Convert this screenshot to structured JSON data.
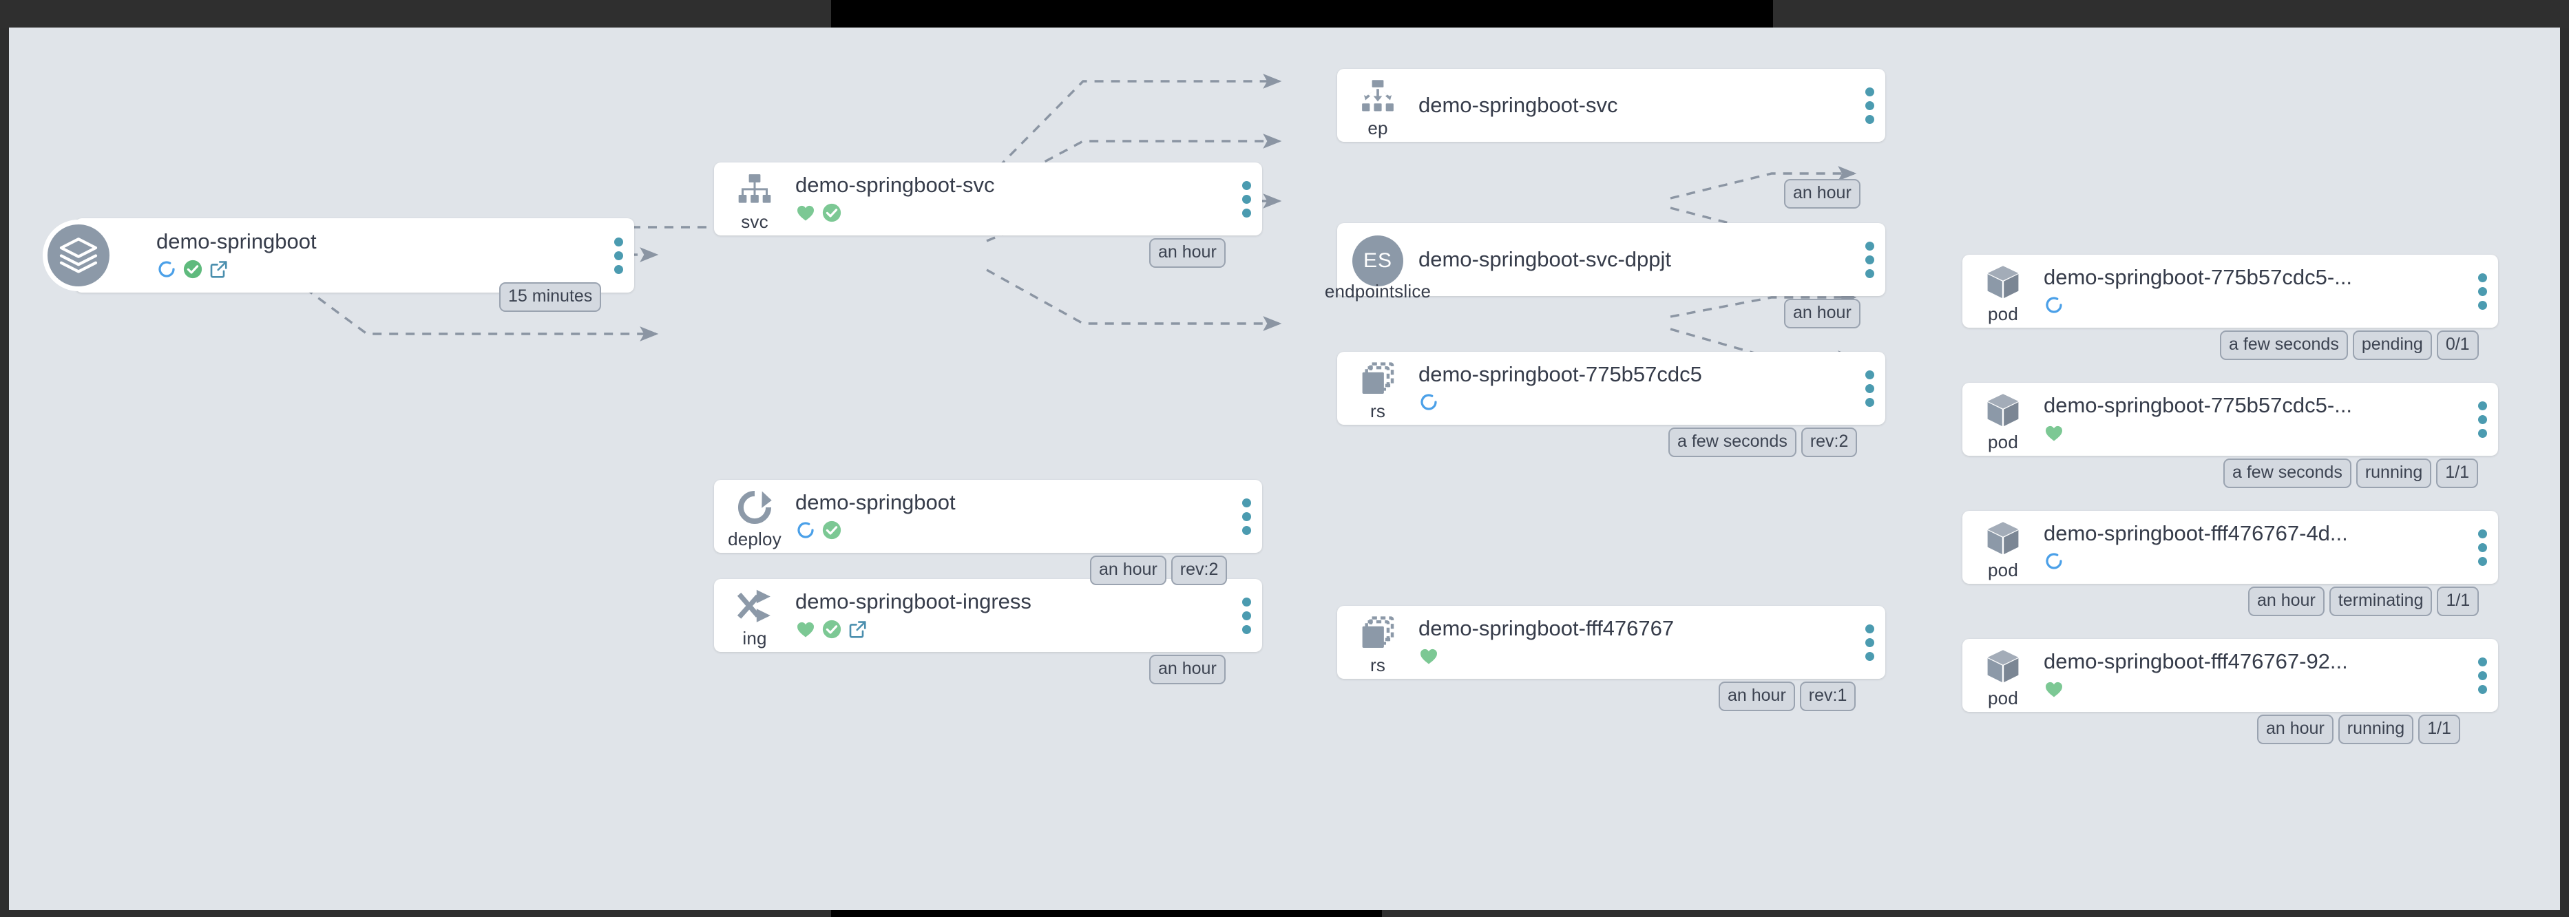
{
  "app": {
    "view": "application-resource-tree",
    "background_color": "#e0e4e9",
    "chrome_color": "#2f2f2f"
  },
  "colors": {
    "healthy": "#5fba7d",
    "synced": "#5fba7d",
    "progressing": "#4ba0e8",
    "icon_gray": "#8c99a8",
    "kebab_blue": "#4b9bb0",
    "pill_bg": "#d4d9e0",
    "pill_border": "#9aa3b0",
    "text": "#363c4a"
  },
  "nodes": [
    {
      "id": "app-root",
      "kind_label": "",
      "title": "demo-springboot",
      "icon": "layers-icon",
      "statuses": [
        "progressing-spinner-icon",
        "synced-check-icon",
        "external-link-icon"
      ],
      "pills": [
        "15 minutes"
      ]
    },
    {
      "id": "svc",
      "kind_label": "svc",
      "title": "demo-springboot-svc",
      "icon": "service-hierarchy-icon",
      "statuses": [
        "healthy-heart-icon",
        "synced-check-icon"
      ],
      "pills": [
        "an hour"
      ]
    },
    {
      "id": "deploy",
      "kind_label": "deploy",
      "title": "demo-springboot",
      "icon": "deployment-rotate-icon",
      "statuses": [
        "progressing-spinner-icon",
        "synced-check-icon"
      ],
      "pills": [
        "an hour",
        "rev:2"
      ]
    },
    {
      "id": "ing",
      "kind_label": "ing",
      "title": "demo-springboot-ingress",
      "icon": "ingress-shuffle-icon",
      "statuses": [
        "healthy-heart-icon",
        "synced-check-icon",
        "external-link-icon"
      ],
      "pills": [
        "an hour"
      ]
    },
    {
      "id": "ep",
      "kind_label": "ep",
      "title": "demo-springboot-svc",
      "icon": "endpoints-arrows-icon",
      "statuses": [],
      "pills": [
        "an hour"
      ]
    },
    {
      "id": "endpointslice",
      "kind_label": "endpointslice",
      "title": "demo-springboot-svc-dppjt",
      "icon": "endpointslice-es-icon",
      "statuses": [],
      "pills": [
        "an hour"
      ]
    },
    {
      "id": "rs-775b57cdc5",
      "kind_label": "rs",
      "title": "demo-springboot-775b57cdc5",
      "icon": "replicaset-stack-icon",
      "statuses": [
        "progressing-spinner-icon"
      ],
      "pills": [
        "a few seconds",
        "rev:2"
      ]
    },
    {
      "id": "rs-fff476767",
      "kind_label": "rs",
      "title": "demo-springboot-fff476767",
      "icon": "replicaset-stack-icon",
      "statuses": [
        "healthy-heart-icon"
      ],
      "pills": [
        "an hour",
        "rev:1"
      ]
    },
    {
      "id": "pod-775-pending",
      "kind_label": "pod",
      "title": "demo-springboot-775b57cdc5-...",
      "icon": "pod-cube-icon",
      "statuses": [
        "progressing-spinner-icon"
      ],
      "pills": [
        "a few seconds",
        "pending",
        "0/1"
      ]
    },
    {
      "id": "pod-775-running",
      "kind_label": "pod",
      "title": "demo-springboot-775b57cdc5-...",
      "icon": "pod-cube-icon",
      "statuses": [
        "healthy-heart-icon"
      ],
      "pills": [
        "a few seconds",
        "running",
        "1/1"
      ]
    },
    {
      "id": "pod-fff-terminating",
      "kind_label": "pod",
      "title": "demo-springboot-fff476767-4d...",
      "icon": "pod-cube-icon",
      "statuses": [
        "progressing-spinner-icon"
      ],
      "pills": [
        "an hour",
        "terminating",
        "1/1"
      ]
    },
    {
      "id": "pod-fff-running",
      "kind_label": "pod",
      "title": "demo-springboot-fff476767-92...",
      "icon": "pod-cube-icon",
      "statuses": [
        "healthy-heart-icon"
      ],
      "pills": [
        "an hour",
        "running",
        "1/1"
      ]
    }
  ]
}
